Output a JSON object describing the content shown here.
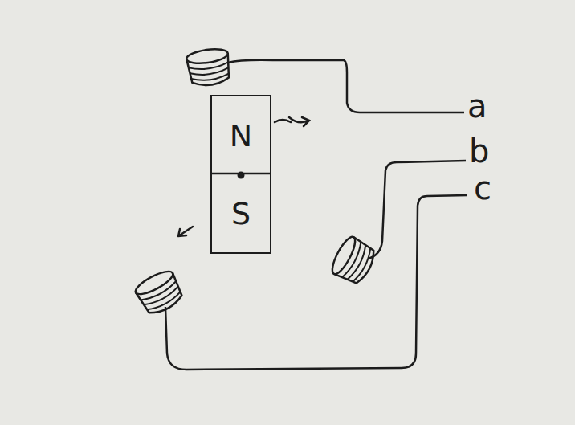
{
  "diagram": {
    "nodes": [
      {
        "text": [
          "N",
          "S"
        ]
      }
    ],
    "labels": [
      "a",
      "b",
      "c"
    ]
  }
}
